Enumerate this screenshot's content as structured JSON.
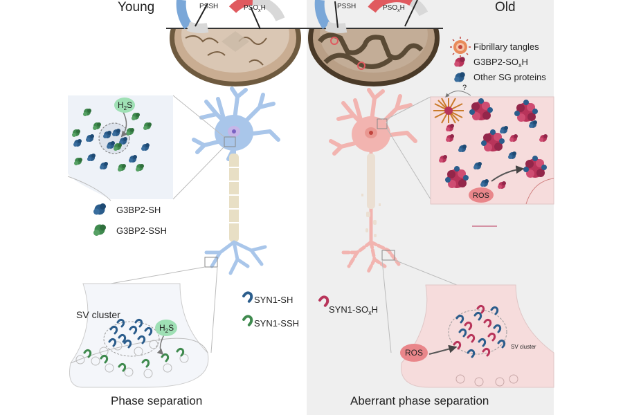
{
  "panels": {
    "young": {
      "title": "Young",
      "caption": "Phase separation"
    },
    "old": {
      "title": "Old",
      "caption": "Aberrant phase separation"
    }
  },
  "gauges": {
    "pssh": "PSSH",
    "psoxh_main": "PSO",
    "psoxh_sub": "x",
    "psoxh_tail": "H"
  },
  "molecules": {
    "h2s_main": "H",
    "h2s_sub": "2",
    "h2s_tail": "S",
    "ros": "ROS",
    "g3bp2_sh": "G3BP2-SH",
    "g3bp2_ssh": "G3BP2-SSH",
    "syn1_sh": "SYN1-SH",
    "syn1_ssh": "SYN1-SSH",
    "syn1_soxh_main": "SYN1-SO",
    "syn1_soxh_sub": "x",
    "syn1_soxh_tail": "H"
  },
  "legend_old": {
    "tangles": "Fibrillary tangles",
    "g3bp2_soxh_main": "G3BP2-SO",
    "g3bp2_soxh_sub": "x",
    "g3bp2_soxh_tail": "H",
    "other_sg": "Other SG proteins"
  },
  "labels": {
    "sv_cluster_young": "SV cluster",
    "sv_cluster_old": "SV cluster",
    "question_mark": "?"
  },
  "colors": {
    "young_neuron": "#a9c6ea",
    "old_neuron": "#f2b4b0",
    "old_background": "#efefef",
    "g3bp2_sh": "#2b5d8c",
    "g3bp2_ssh": "#3f8a4e",
    "soxh": "#b8345a",
    "ros": "#e9868a",
    "h2s": "#9fe0b5"
  }
}
